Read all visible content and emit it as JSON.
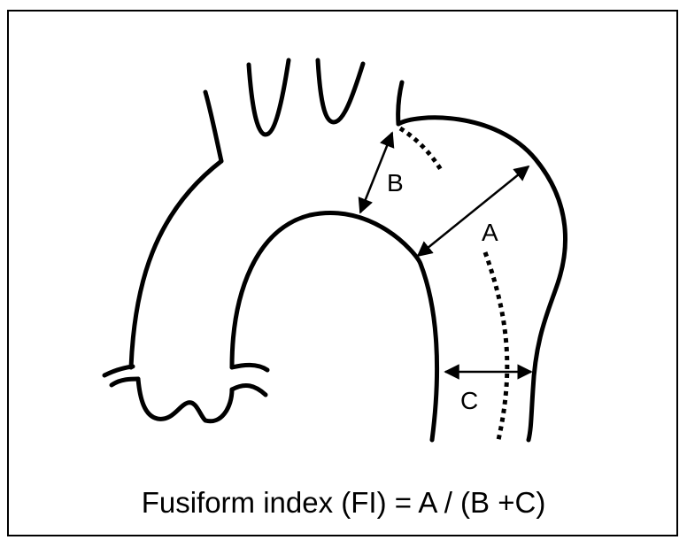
{
  "diagram": {
    "labels": {
      "a": "A",
      "b": "B",
      "c": "C"
    },
    "formula": "Fusiform index (FI) = A / (B +C)",
    "colors": {
      "stroke": "#000000",
      "background": "#ffffff"
    }
  }
}
